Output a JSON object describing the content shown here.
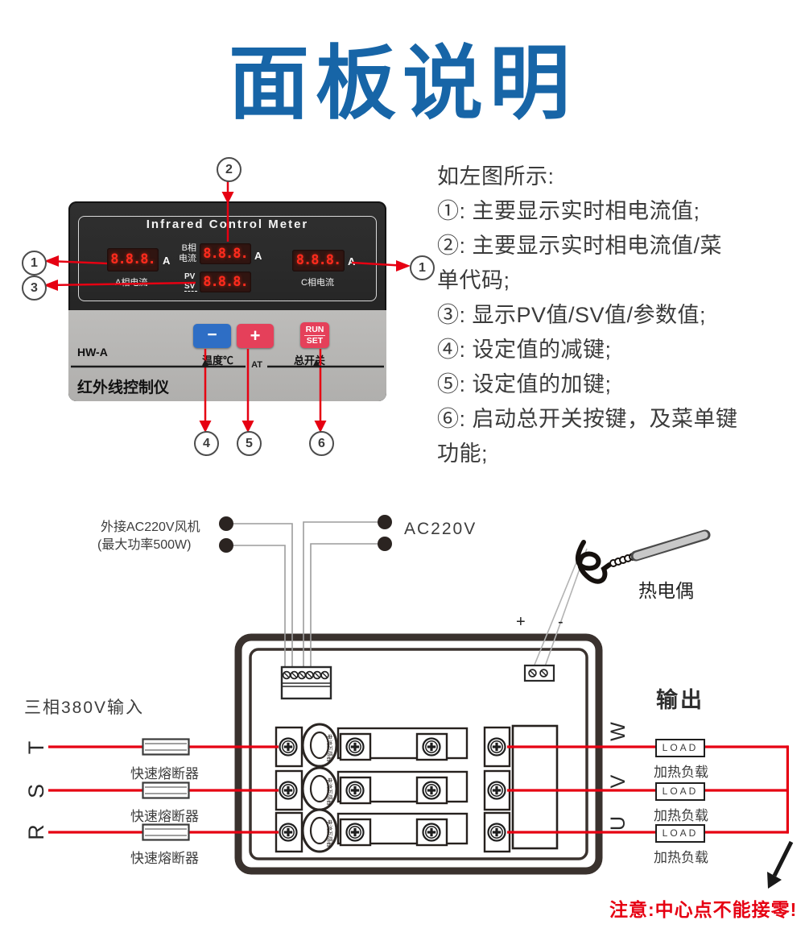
{
  "title": "面板说明",
  "panel": {
    "brand": "Infrared Control Meter",
    "model": "HW-A",
    "name": "红外线控制仪",
    "display_a": {
      "value": "8.8.8.",
      "unit": "A",
      "label": "A相电流"
    },
    "display_b": {
      "value": "8.8.8.",
      "unit": "A",
      "label1": "B相",
      "label2": "电流"
    },
    "display_pv": {
      "value": "8.8.8.",
      "label1": "PV",
      "label2": "SV"
    },
    "display_c": {
      "value": "8.8.8.",
      "unit": "A",
      "label": "C相电流"
    },
    "btn_minus": "−",
    "btn_plus": "+",
    "btn_run": "RUN",
    "btn_set": "SET",
    "label_temp": "温度℃",
    "label_master": "总开关",
    "label_at": "AT"
  },
  "callouts": {
    "n1": "1",
    "n2": "2",
    "n3": "3",
    "n4": "4",
    "n5": "5",
    "n6": "6"
  },
  "legend": {
    "lines": [
      "如左图所示:",
      "①: 主要显示实时相电流值;",
      "②: 主要显示实时相电流值/菜",
      "单代码;",
      "③: 显示PV值/SV值/参数值;",
      "④: 设定值的减键;",
      "⑤: 设定值的加键;",
      "⑥: 启动总开关按键，及菜单键",
      "功能;"
    ]
  },
  "wiring": {
    "fan_line1": "外接AC220V风机",
    "fan_line2": "(最大功率500W)",
    "ac": "AC220V",
    "thermocouple": "热电偶",
    "tc_plus": "+",
    "tc_minus": "-",
    "input": "三相380V输入",
    "phases_in": [
      "T",
      "S",
      "R"
    ],
    "fuse": "快速熔断器",
    "output": "输出",
    "phases_out": [
      "W",
      "V",
      "U"
    ],
    "load": "LOAD",
    "heater": "加热负载",
    "ct": "电流互感器",
    "warning": "注意:中心点不能接零!"
  },
  "colors": {
    "accent_blue": "#1765a7",
    "line_red": "#e60012",
    "btn_blue": "#2e6ec5",
    "btn_red": "#e5405a",
    "digit_red": "#ff2b1d",
    "panel_gray": "#b7b6b4"
  }
}
